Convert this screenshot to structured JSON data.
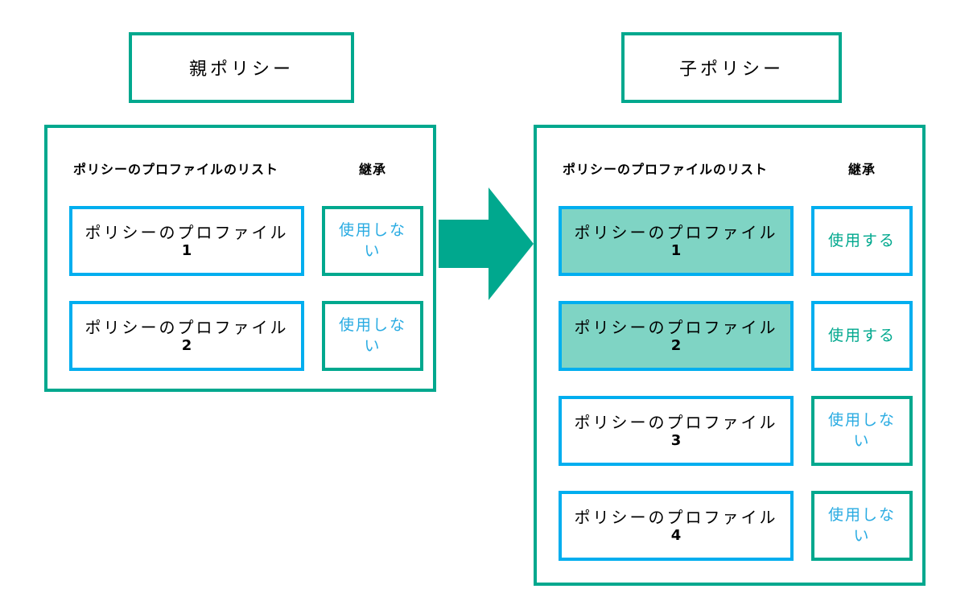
{
  "colors": {
    "green": "#00A88E",
    "blue_border": "#00AEEF",
    "blue_text": "#29ABE2",
    "highlight_fill": "#7FD4C4"
  },
  "panels": {
    "parent": {
      "title": "親ポリシー",
      "list_header": "ポリシーのプロファイルのリスト",
      "inherit_header": "継承",
      "rows": [
        {
          "profile_label": "ポリシーのプロファイル",
          "number": "1",
          "highlighted": false,
          "inherit": "使用しない",
          "inherit_state": "not_used"
        },
        {
          "profile_label": "ポリシーのプロファイル",
          "number": "2",
          "highlighted": false,
          "inherit": "使用しない",
          "inherit_state": "not_used"
        }
      ]
    },
    "child": {
      "title": "子ポリシー",
      "list_header": "ポリシーのプロファイルのリスト",
      "inherit_header": "継承",
      "rows": [
        {
          "profile_label": "ポリシーのプロファイル",
          "number": "1",
          "highlighted": true,
          "inherit": "使用する",
          "inherit_state": "used"
        },
        {
          "profile_label": "ポリシーのプロファイル",
          "number": "2",
          "highlighted": true,
          "inherit": "使用する",
          "inherit_state": "used"
        },
        {
          "profile_label": "ポリシーのプロファイル",
          "number": "3",
          "highlighted": false,
          "inherit": "使用しない",
          "inherit_state": "not_used"
        },
        {
          "profile_label": "ポリシーのプロファイル",
          "number": "4",
          "highlighted": false,
          "inherit": "使用しない",
          "inherit_state": "not_used"
        }
      ]
    }
  },
  "arrow": {
    "direction": "right"
  }
}
